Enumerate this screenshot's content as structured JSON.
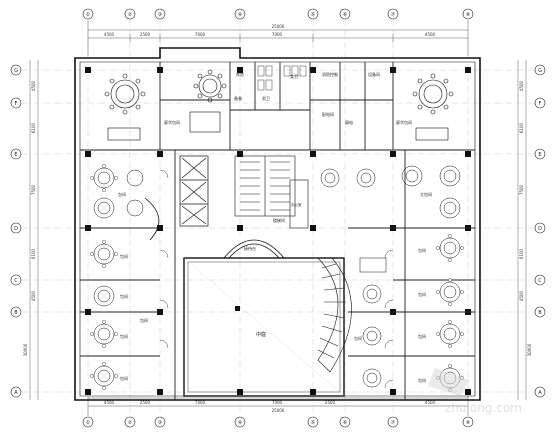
{
  "grid": {
    "cols_top": [
      "①",
      "②",
      "③",
      "④",
      "⑤",
      "⑥",
      "⑦",
      "⑧"
    ],
    "cols_bottom": [
      "①",
      "②",
      "③",
      "④",
      "⑤",
      "⑥",
      "⑦",
      "⑧"
    ],
    "rows": [
      "G",
      "F",
      "E",
      "D",
      "C",
      "B",
      "A"
    ]
  },
  "dimensions": {
    "top_total": "25000",
    "top_segments": [
      "4500",
      "2500",
      "7000",
      "7000",
      "4500"
    ],
    "bottom_total": "25000",
    "bottom_segments": [
      "4500",
      "2500",
      "7000",
      "7000",
      "2500",
      "4500"
    ],
    "left_segments": [
      "4500",
      "6100",
      "7500",
      "6100",
      "4500"
    ],
    "left_total": "30000",
    "right_segments": [
      "4500",
      "6100",
      "7500",
      "6100",
      "4500"
    ],
    "right_total": "30000"
  },
  "rooms": {
    "hall_top_left": "豪华包间",
    "hall_top_right": "豪华包间",
    "store_1": "库房",
    "store_2": "备餐",
    "toilet_m": "男卫",
    "toilet_f": "女卫",
    "fire_ctrl": "消防控制",
    "power": "配电间",
    "equip": "设备间",
    "elec": "弱电",
    "room_l1": "包间",
    "room_l2": "包间",
    "room_l3": "包间",
    "room_l4": "包间",
    "room_l5": "包间",
    "room_l6": "包间",
    "room_r1": "大包间",
    "room_r2": "包间",
    "room_r3": "包间",
    "room_r4": "包间",
    "room_r5": "包间",
    "room_r6": "包间",
    "bar": "接待台",
    "atrium": "中庭",
    "stair_landing": "楼梯间",
    "office": "办公室"
  },
  "watermark": "zhulong.com",
  "colors": {
    "line": "#1f1f1f",
    "wall": "#111111",
    "accent": "#2a2a2a"
  }
}
